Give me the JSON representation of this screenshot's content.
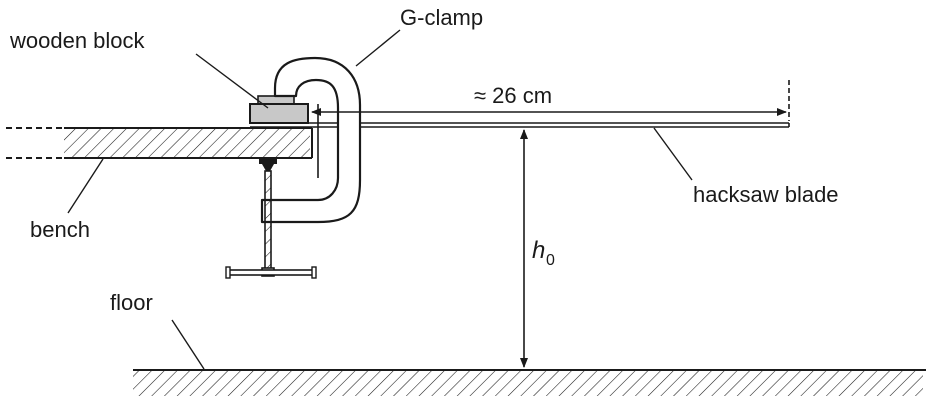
{
  "labels": {
    "g_clamp": "G-clamp",
    "wooden_block": "wooden block",
    "length": "≈ 26 cm",
    "hacksaw_blade": "hacksaw blade",
    "bench": "bench",
    "height_symbol": "h",
    "height_subscript": "0",
    "floor": "floor"
  },
  "colors": {
    "ink": "#1a1a1a",
    "block_fill": "#c8c8c8",
    "background": "#ffffff"
  }
}
